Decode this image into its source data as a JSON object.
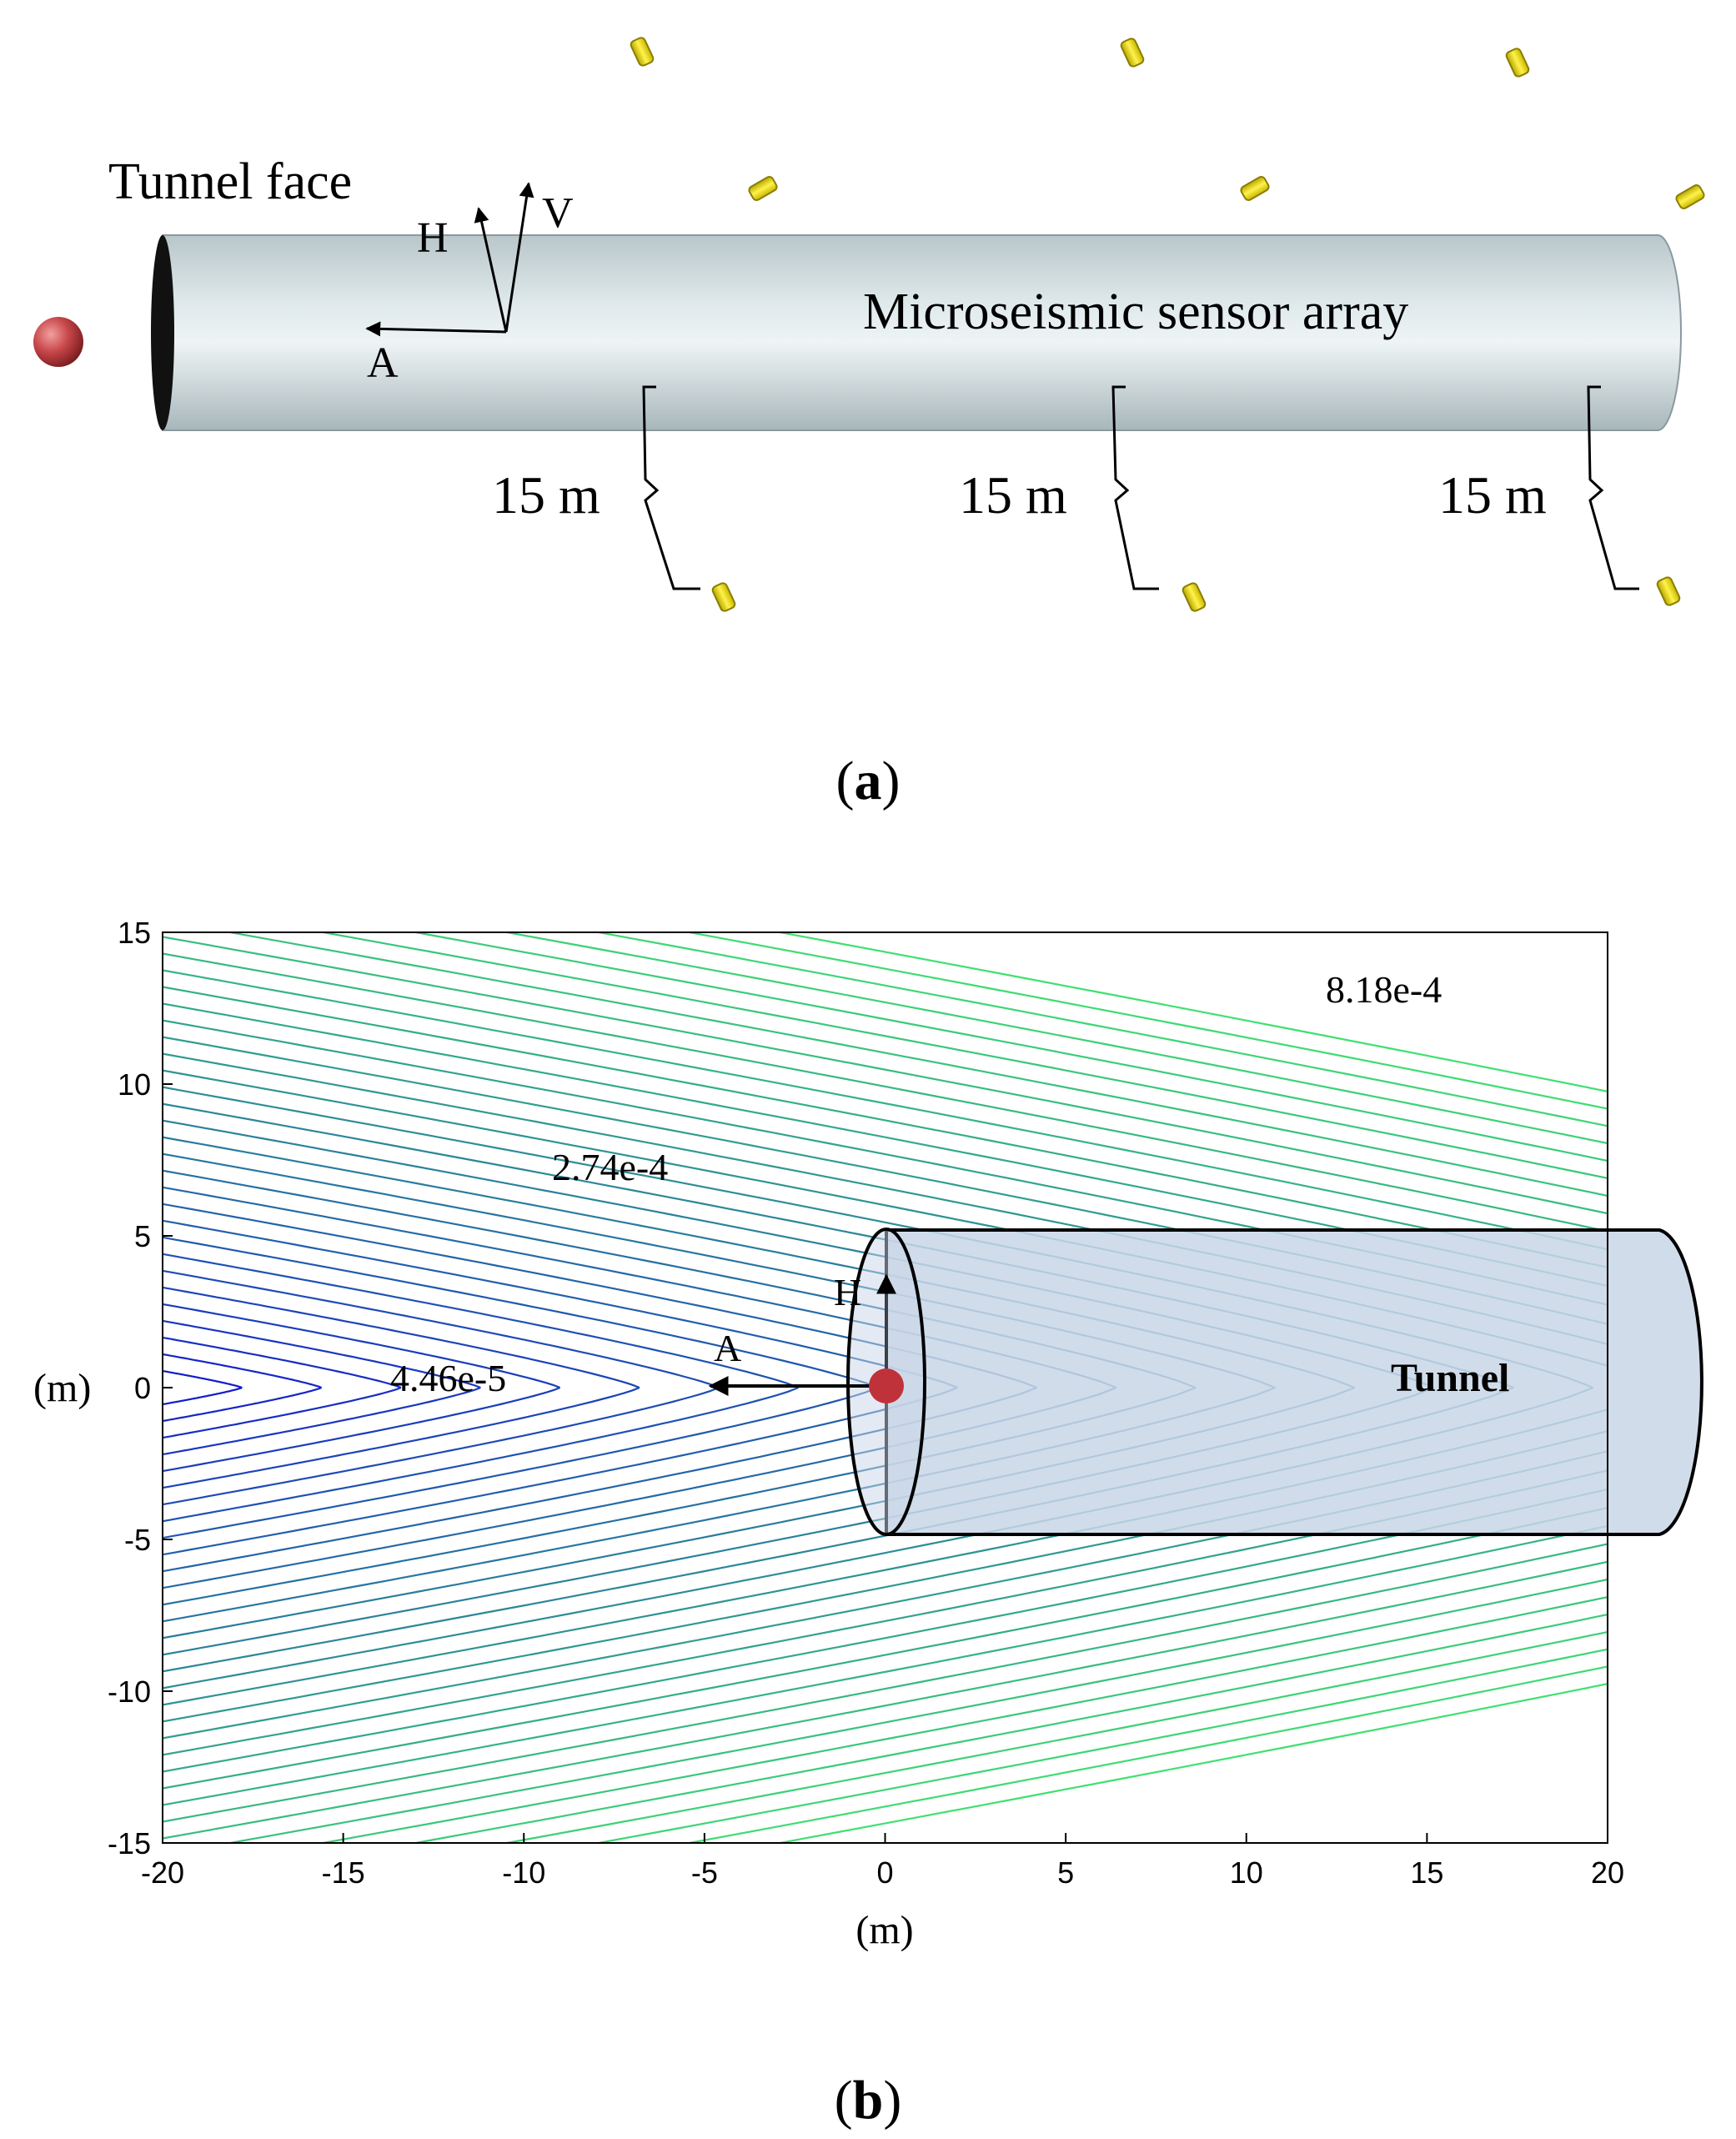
{
  "panel_a": {
    "caption": "a",
    "tunnel_face_label": "Tunnel face",
    "array_label": "Microseismic sensor array",
    "axis_labels": {
      "h": "H",
      "v": "V",
      "a": "A"
    },
    "spacing_labels": [
      "15 m",
      "15 m",
      "15 m"
    ],
    "colors": {
      "tunnel": "#d9e3e6",
      "sensor": "#f2e400",
      "source": "#c8474a"
    }
  },
  "panel_b": {
    "caption": "b",
    "contour_labels": [
      "8.18e-4",
      "2.74e-4",
      "4.46e-5"
    ],
    "tunnel_label": "Tunnel",
    "axis_labels": {
      "h": "H",
      "a": "A"
    },
    "xlabel": "(m)",
    "ylabel": "(m)",
    "colors": {
      "tunnel_fill": "#c9d6e8",
      "source": "#c0323a",
      "contour_low": "#1010d0",
      "contour_high": "#40e070"
    }
  },
  "chart_data": {
    "type": "contour",
    "xlim": [
      -20,
      20
    ],
    "ylim": [
      -15,
      15
    ],
    "xticks": [
      -20,
      -15,
      -10,
      -5,
      0,
      5,
      10,
      15,
      20
    ],
    "yticks": [
      15,
      10,
      5,
      0,
      -5,
      -10,
      -15
    ],
    "contour_level_labels": [
      0.000818,
      0.000274,
      4.46e-05
    ],
    "source_point": [
      0,
      0
    ],
    "tunnel": {
      "x_range": [
        0,
        20
      ],
      "y_range": [
        -5,
        5
      ]
    }
  }
}
